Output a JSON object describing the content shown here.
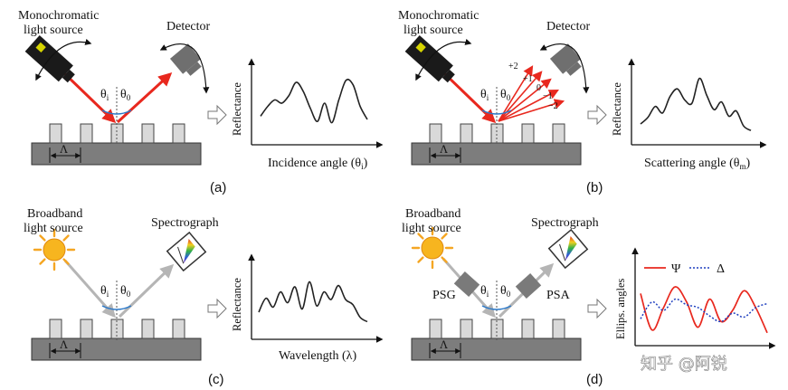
{
  "panels": [
    {
      "id": "a",
      "tag": "(a)",
      "source_label_l1": "Monochromatic",
      "source_label_l2": "light source",
      "detector_label": "Detector",
      "theta_i": "θ",
      "theta_i_sub": "i",
      "theta_0": "θ",
      "theta_0_sub": "0",
      "pitch_label": "Λ",
      "y_label": "Reflectance",
      "x_label": "Incidence angle (θ",
      "x_label_sub": "i",
      "x_label_end": ")"
    },
    {
      "id": "b",
      "tag": "(b)",
      "source_label_l1": "Monochromatic",
      "source_label_l2": "light source",
      "detector_label": "Detector",
      "theta_i": "θ",
      "theta_i_sub": "i",
      "theta_0": "θ",
      "theta_0_sub": "0",
      "pitch_label": "Λ",
      "orders": [
        "+2",
        "+1",
        "0",
        "−1",
        "−2"
      ],
      "y_label": "Reflectance",
      "x_label": "Scattering angle (θ",
      "x_label_sub": "m",
      "x_label_end": ")"
    },
    {
      "id": "c",
      "tag": "(c)",
      "source_label_l1": "Broadband",
      "source_label_l2": "light source",
      "detector_label": "Spectrograph",
      "theta_i": "θ",
      "theta_i_sub": "i",
      "theta_0": "θ",
      "theta_0_sub": "0",
      "pitch_label": "Λ",
      "y_label": "Reflectance",
      "x_label": "Wavelength (λ)",
      "x_label_sub": "",
      "x_label_end": ""
    },
    {
      "id": "d",
      "tag": "(d)",
      "source_label_l1": "Broadband",
      "source_label_l2": "light source",
      "detector_label": "Spectrograph",
      "psg_label": "PSG",
      "psa_label": "PSA",
      "theta_i": "θ",
      "theta_i_sub": "i",
      "theta_0": "θ",
      "theta_0_sub": "0",
      "pitch_label": "Λ",
      "y_label": "Ellips. angles",
      "legend_psi": "Ψ",
      "legend_delta": "Δ"
    }
  ],
  "watermark": "知乎 @阿锐",
  "colors": {
    "beam_red": "#e8281e",
    "beam_gray": "#b5b5b5",
    "substrate": "#7d7d7d",
    "pillar": "#d9d9d9",
    "device": "#6f6f6f",
    "sun": "#f5a623",
    "psi_line": "#e8281e",
    "delta_line": "#1f3fbf",
    "curve": "#222222",
    "angle_arc": "#2a78c8"
  },
  "chart_data": [
    {
      "type": "line",
      "panel": "a",
      "xlabel": "Incidence angle (θi)",
      "ylabel": "Reflectance",
      "series": [
        {
          "values": [
            0.3,
            0.45,
            0.55,
            0.5,
            0.62,
            0.82,
            0.68,
            0.42,
            0.22,
            0.5,
            0.2,
            0.55,
            0.85,
            0.78,
            0.45,
            0.25
          ]
        }
      ]
    },
    {
      "type": "line",
      "panel": "b",
      "xlabel": "Scattering angle (θm)",
      "ylabel": "Reflectance",
      "series": [
        {
          "values": [
            0.18,
            0.28,
            0.45,
            0.35,
            0.6,
            0.72,
            0.55,
            0.5,
            0.88,
            0.62,
            0.4,
            0.52,
            0.3,
            0.38,
            0.15,
            0.08
          ]
        }
      ]
    },
    {
      "type": "line",
      "panel": "c",
      "xlabel": "Wavelength (λ)",
      "ylabel": "Reflectance",
      "series": [
        {
          "values": [
            0.3,
            0.52,
            0.38,
            0.62,
            0.45,
            0.7,
            0.35,
            0.78,
            0.4,
            0.62,
            0.5,
            0.72,
            0.5,
            0.42,
            0.22,
            0.15
          ]
        }
      ]
    },
    {
      "type": "line",
      "panel": "d",
      "ylabel": "Ellips. angles",
      "series": [
        {
          "name": "Ψ",
          "values": [
            0.8,
            0.15,
            0.55,
            0.92,
            0.65,
            0.2,
            0.7,
            0.3,
            0.5,
            0.85,
            0.55,
            0.1
          ]
        },
        {
          "name": "Δ",
          "values": [
            0.35,
            0.65,
            0.5,
            0.7,
            0.6,
            0.55,
            0.4,
            0.3,
            0.45,
            0.38,
            0.55,
            0.62
          ]
        }
      ]
    }
  ]
}
